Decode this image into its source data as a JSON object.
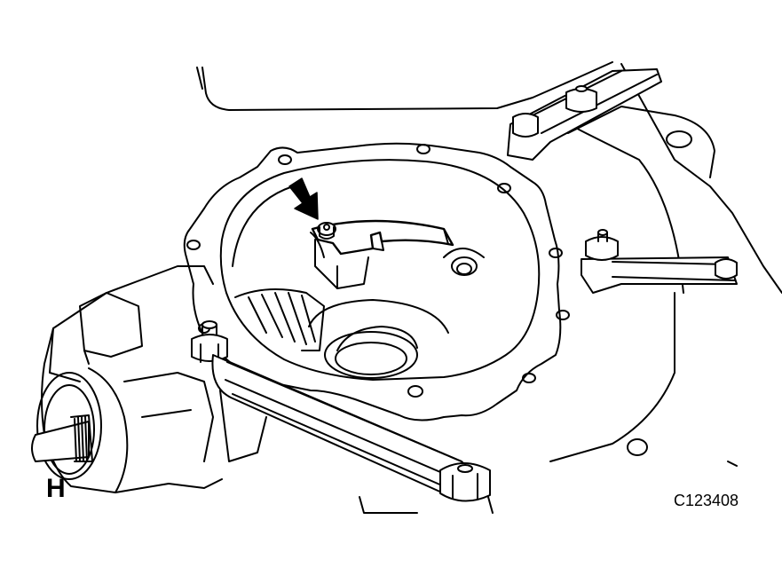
{
  "figure": {
    "view_label": "H",
    "figure_code": "C123408",
    "subject": "housing-cover-bolt-illustration",
    "colors": {
      "line": "#000000",
      "fill": "#ffffff",
      "highlight": "#ffffff"
    }
  }
}
